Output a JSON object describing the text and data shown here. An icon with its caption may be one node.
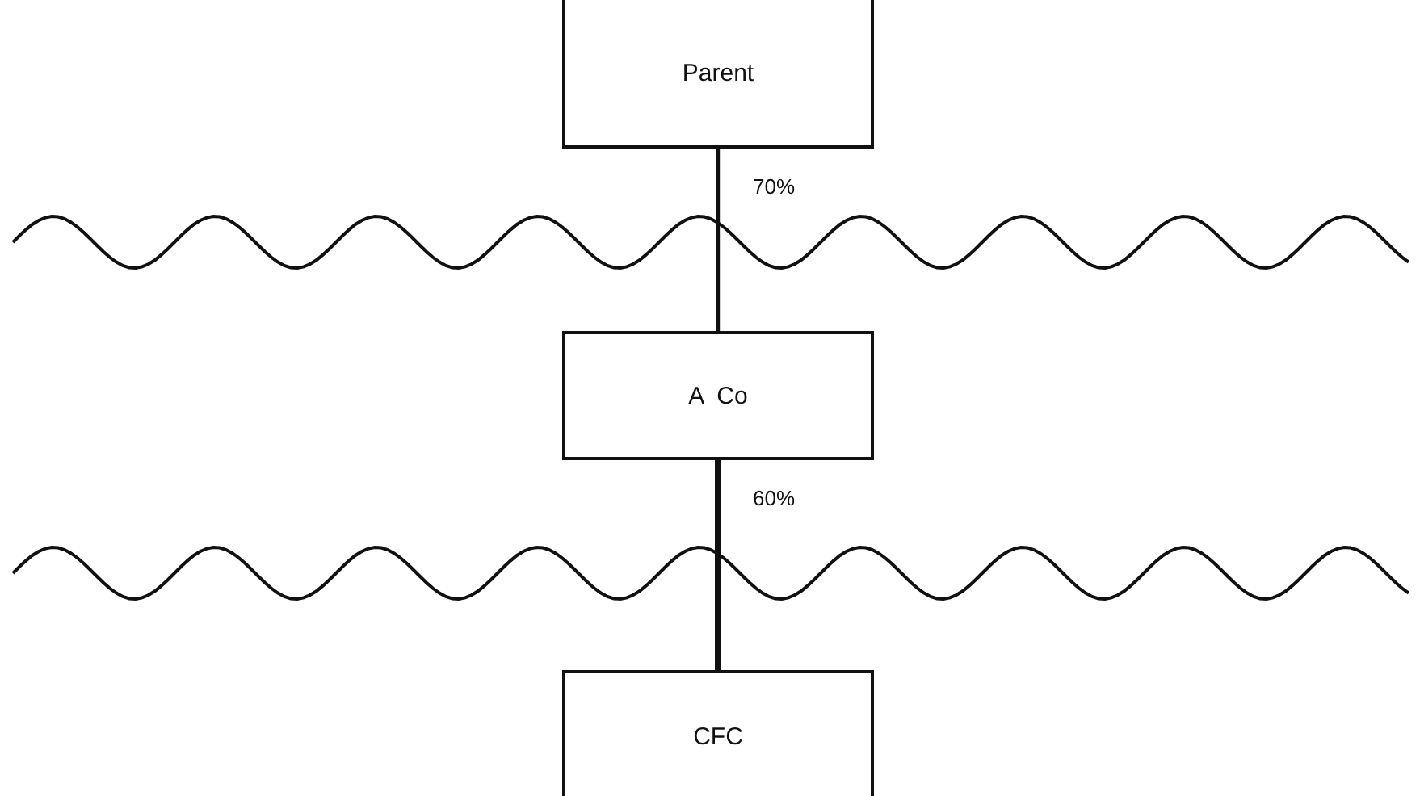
{
  "diagram": {
    "nodes": [
      {
        "text": [
          "Parent"
        ]
      },
      {
        "text": [
          "A  Co"
        ]
      },
      {
        "text": [
          "CFC"
        ]
      }
    ],
    "edges": [
      {
        "from": 0,
        "to": 1,
        "arrow": "none",
        "label": "70%"
      },
      {
        "from": 1,
        "to": 2,
        "arrow": "none",
        "label": "60%",
        "style": "thick"
      }
    ]
  }
}
